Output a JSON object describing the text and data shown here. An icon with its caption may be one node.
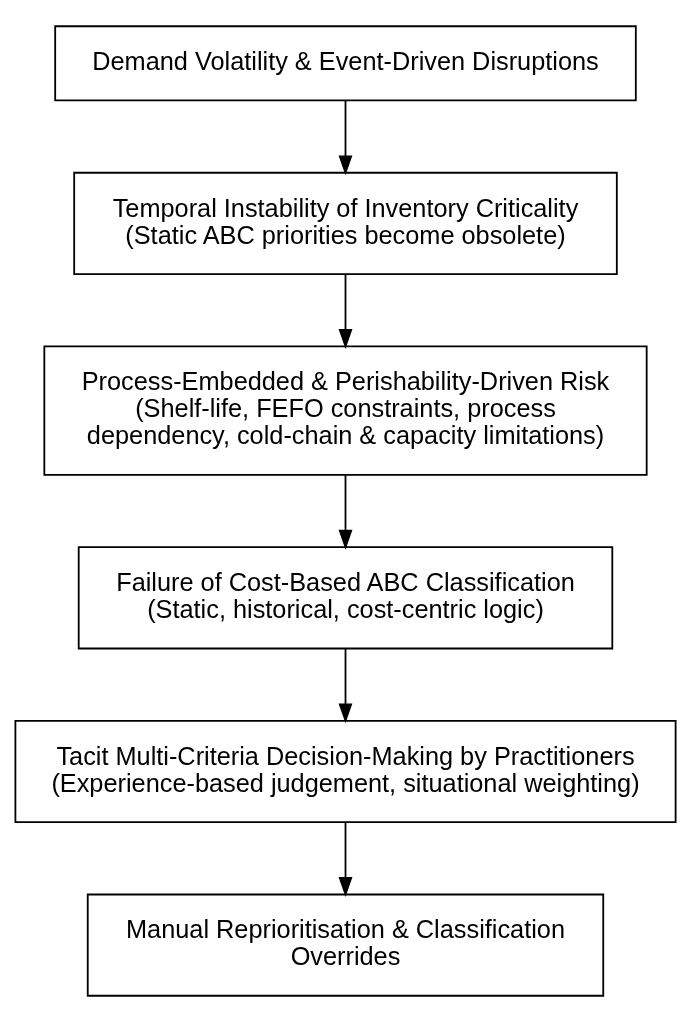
{
  "diagram": {
    "nodes": [
      {
        "text": [
          "Demand Volatility & Event-Driven Disruptions"
        ]
      },
      {
        "text": [
          "Temporal Instability of Inventory Criticality",
          "(Static ABC priorities become obsolete)"
        ]
      },
      {
        "text": [
          "Process-Embedded & Perishability-Driven Risk",
          "(Shelf-life, FEFO constraints, process dependency, cold-chain & capacity limitations)"
        ]
      },
      {
        "text": [
          "Failure of Cost-Based ABC Classification",
          "(Static, historical, cost-centric logic)"
        ]
      },
      {
        "text": [
          "Tacit Multi-Criteria Decision-Making by Practitioners",
          "(Experience-based judgement, situational weighting)"
        ]
      },
      {
        "text": [
          "Manual Reprioritisation & Classification Overrides"
        ]
      }
    ],
    "edges": [
      {
        "from": 0,
        "to": 1,
        "arrow": "to"
      },
      {
        "from": 1,
        "to": 2,
        "arrow": "to"
      },
      {
        "from": 2,
        "to": 3,
        "arrow": "to"
      },
      {
        "from": 3,
        "to": 4,
        "arrow": "to"
      },
      {
        "from": 4,
        "to": 5,
        "arrow": "to"
      }
    ]
  }
}
